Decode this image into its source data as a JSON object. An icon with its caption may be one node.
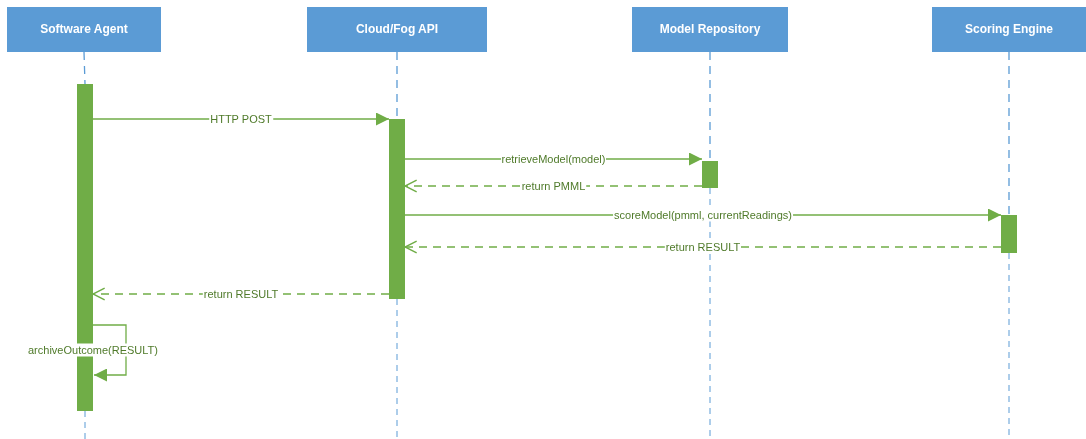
{
  "diagram": {
    "nodes": [
      {
        "text": [
          "Software Agent"
        ]
      },
      {
        "text": [
          "Cloud/Fog API"
        ]
      },
      {
        "text": [
          "Model Repository"
        ]
      },
      {
        "text": [
          "Scoring Engine"
        ]
      },
      {
        "text": [],
        "shape": "bar"
      },
      {
        "text": [],
        "shape": "bar"
      },
      {
        "text": [],
        "shape": "bar"
      },
      {
        "text": [],
        "shape": "bar"
      }
    ],
    "edges": [
      {
        "from": 0,
        "to": 4,
        "arrow": "none",
        "style": "dashed",
        "color": "#5b9bd5"
      },
      {
        "from": 1,
        "to": 5,
        "arrow": "none",
        "style": "dashed",
        "color": "#5b9bd5"
      },
      {
        "from": 2,
        "to": 6,
        "arrow": "none",
        "style": "dashed",
        "color": "#5b9bd5"
      },
      {
        "from": 3,
        "to": 7,
        "arrow": "none",
        "style": "dashed",
        "color": "#5b9bd5"
      },
      {
        "from": 4,
        "to": 5,
        "arrow": "to",
        "label": "HTTP POST"
      },
      {
        "from": 5,
        "to": 6,
        "arrow": "to",
        "label": "retrieveModel(model)"
      },
      {
        "from": 6,
        "to": 5,
        "arrow": "to",
        "label": "return PMML",
        "style": "dashed"
      },
      {
        "from": 5,
        "to": 7,
        "arrow": "to",
        "label": "scoreModel(pmml, currentReadings)"
      },
      {
        "from": 7,
        "to": 5,
        "arrow": "to",
        "label": "return RESULT",
        "style": "dashed"
      },
      {
        "from": 5,
        "to": 4,
        "arrow": "to",
        "label": "return RESULT",
        "style": "dashed"
      },
      {
        "from": 4,
        "to": 4,
        "arrow": "to",
        "label": "archiveOutcome(RESULT)"
      }
    ]
  }
}
